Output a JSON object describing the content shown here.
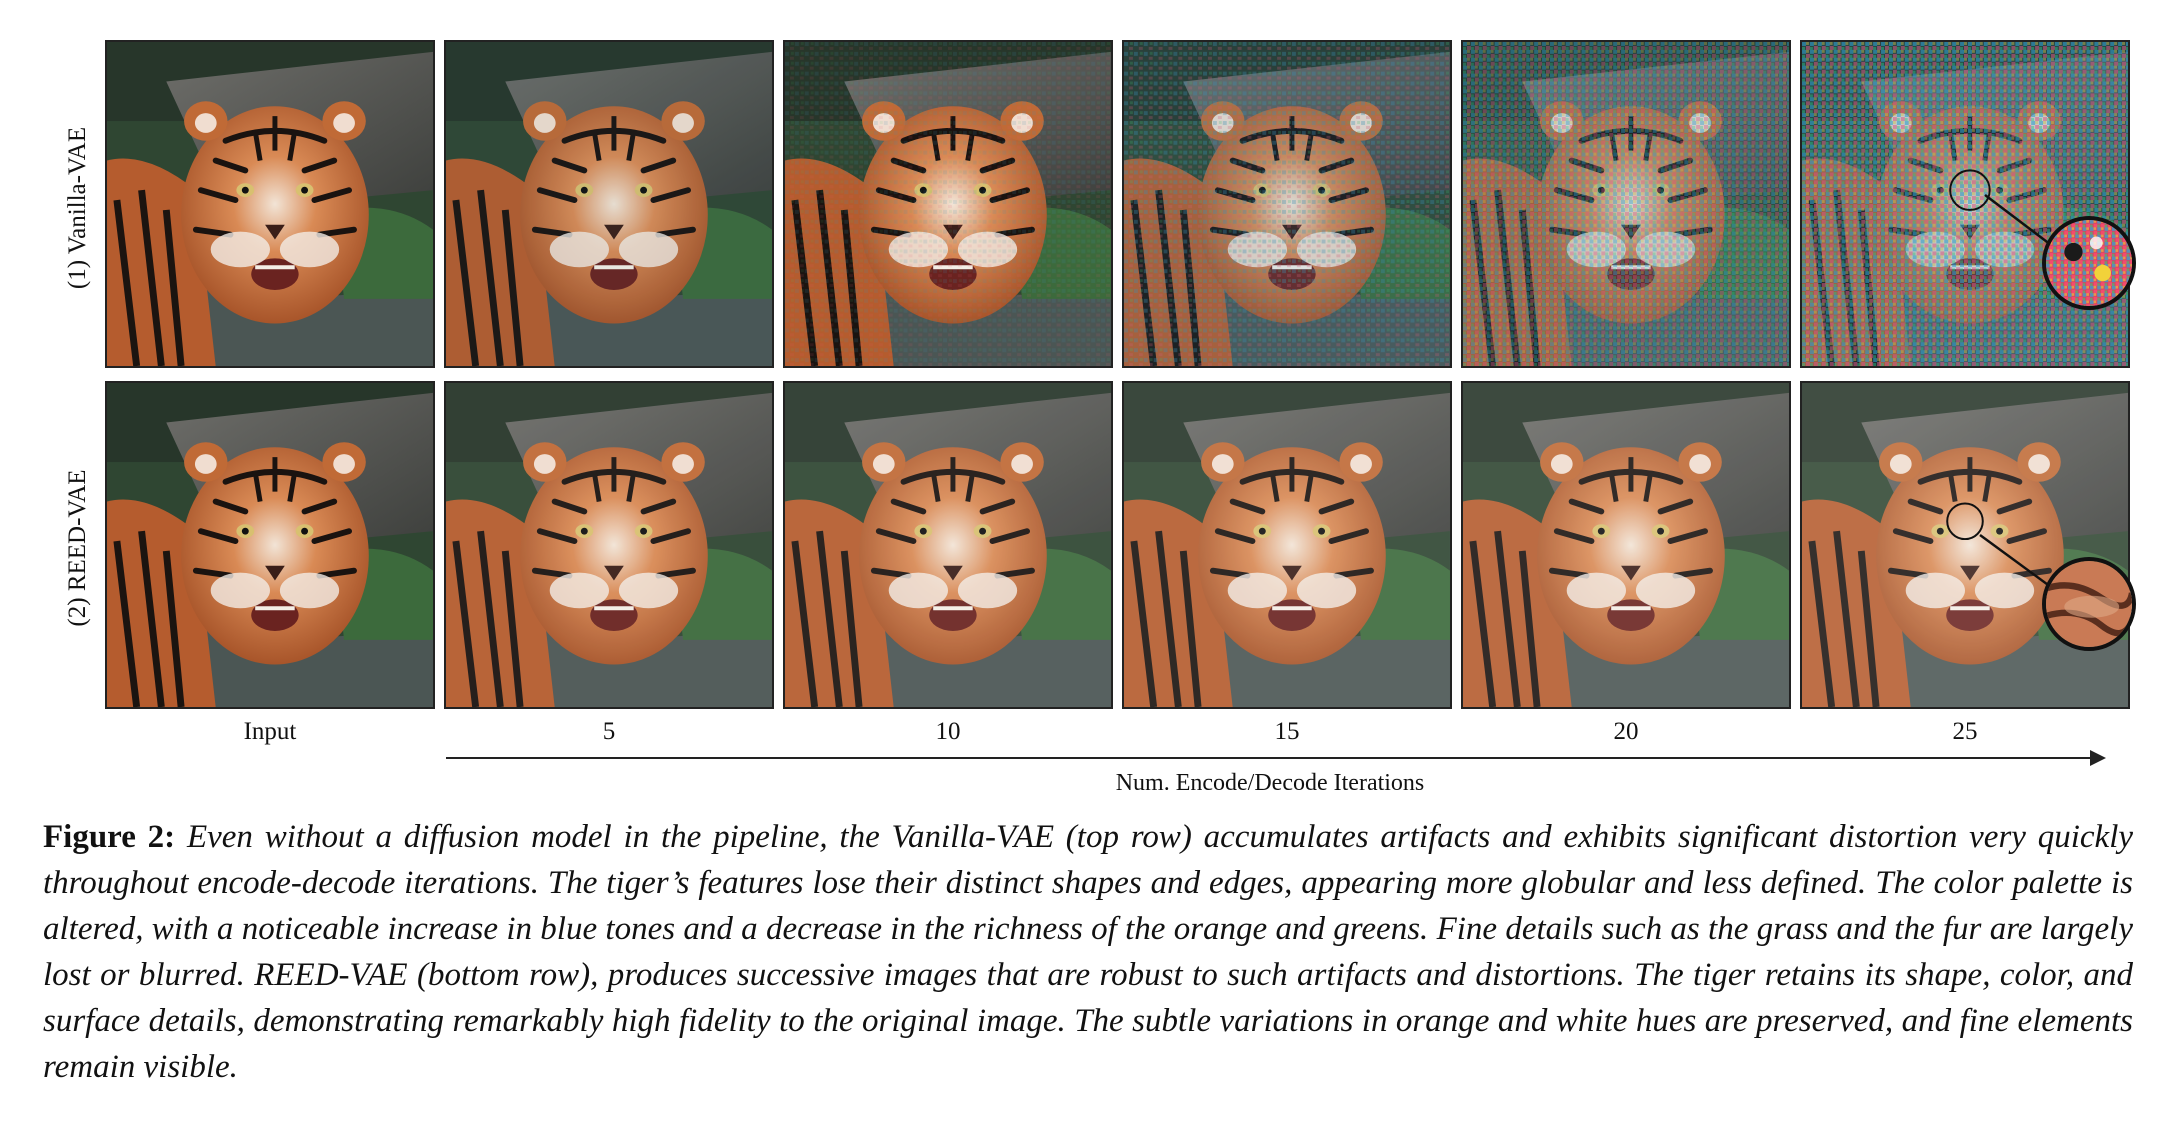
{
  "figure": {
    "row_labels": [
      "(1) Vanilla-VAE",
      "(2) REED-VAE"
    ],
    "column_labels": [
      "Input",
      "5",
      "10",
      "15",
      "20",
      "25"
    ],
    "axis_title": "Num. Encode/Decode Iterations",
    "caption_label": "Figure 2:",
    "caption_text": "Even without a diffusion model in the pipeline, the Vanilla-VAE (top row) accumulates artifacts and exhibits significant distortion very quickly throughout encode-decode iterations. The tiger’s features lose their distinct shapes and edges, appearing more globular and less defined. The color palette is altered, with a noticeable increase in blue tones and a decrease in the richness of the orange and greens. Fine details such as the grass and the fur are largely lost or blurred. REED-VAE (bottom row), produces successive images that are robust to such artifacts and distortions. The tiger retains its shape, color, and surface details, demonstrating remarkably high fidelity to the original image. The subtle variations in orange and white hues are preserved, and fine elements remain visible."
  },
  "colors": {
    "tiger_orange": "#c8683a",
    "vanilla_artifact_blue": "#3a8fb5",
    "vanilla_artifact_pink": "#e0556e",
    "foliage_green": "#3f5a3a",
    "frame": "#222222"
  }
}
